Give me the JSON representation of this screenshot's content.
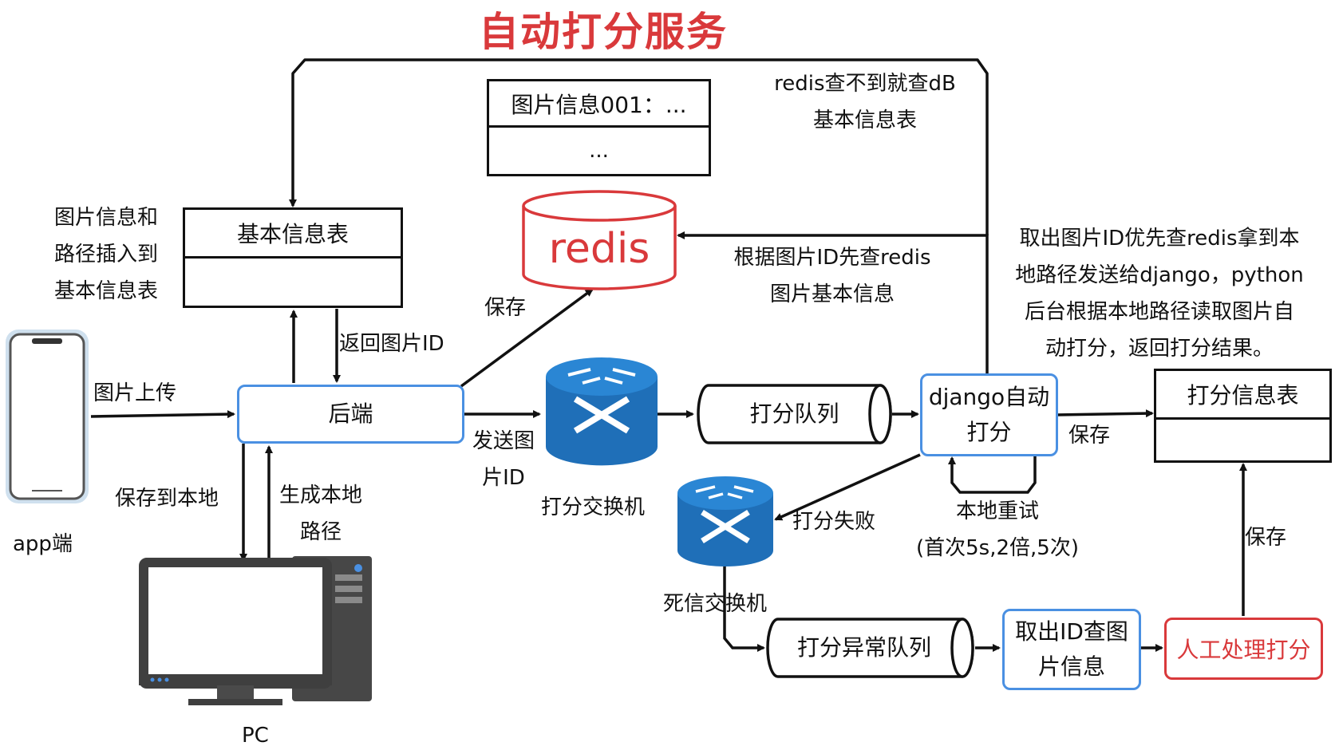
{
  "title": "自动打分服务",
  "app_label": "app端",
  "pc_label": "PC",
  "backend_label": "后端",
  "basic_table": {
    "header": "基本信息表"
  },
  "cache_table": {
    "header": "图片信息001：...",
    "row": "..."
  },
  "redis_label": "redis",
  "score_table": {
    "header": "打分信息表"
  },
  "queue_label": "打分队列",
  "error_queue_label": "打分异常队列",
  "django_label": [
    "django自动",
    "打分"
  ],
  "fetch_box": [
    "取出ID查图",
    "片信息"
  ],
  "manual_box": "人工处理打分",
  "exchange_label": "打分交换机",
  "dead_exchange_label": "死信交换机",
  "annotations": {
    "insert_basic": [
      "图片信息和",
      "路径插入到",
      "基本信息表"
    ],
    "return_id": "返回图片ID",
    "upload": "图片上传",
    "save_local": "保存到本地",
    "gen_path": [
      "生成本地",
      "路径"
    ],
    "save_redis": "保存",
    "send_id": [
      "发送图",
      "片ID"
    ],
    "redis_miss": [
      "redis查不到就查dB",
      "基本信息表"
    ],
    "query_redis": [
      "根据图片ID先查redis",
      "图片基本信息"
    ],
    "django_desc": [
      "取出图片ID优先查redis拿到本",
      "地路径发送给django，python",
      "后台根据本地路径读取图片自",
      "动打分，返回打分结果。"
    ],
    "save_score": "保存",
    "fail": "打分失败",
    "retry": [
      "本地重试",
      "(首次5s,2倍,5次)"
    ],
    "manual_save": "保存"
  },
  "colors": {
    "accent_red": "#d9393b",
    "accent_blue": "#4a90e2",
    "switch_blue": "#1f77c9"
  }
}
